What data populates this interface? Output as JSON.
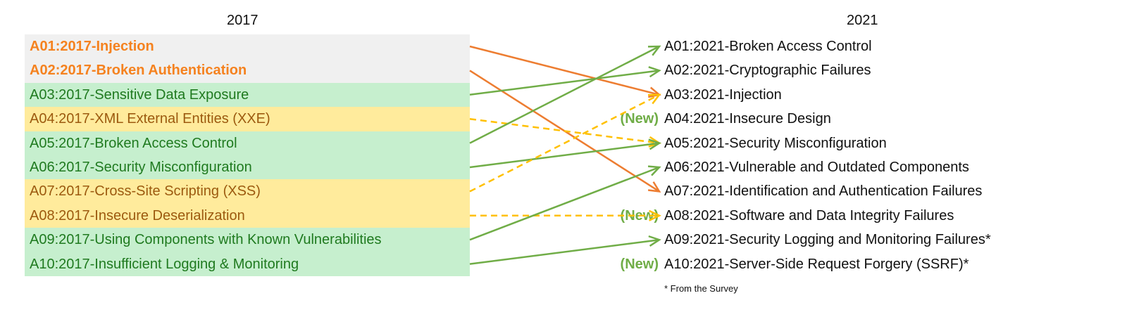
{
  "headers": {
    "left": "2017",
    "right": "2021"
  },
  "colors": {
    "orange_arrow": "#ED7D31",
    "green_arrow": "#70AD47",
    "yellow_arrow": "#FFC000"
  },
  "left_items": [
    {
      "label": "A01:2017-Injection",
      "category": "grey"
    },
    {
      "label": "A02:2017-Broken Authentication",
      "category": "grey"
    },
    {
      "label": "A03:2017-Sensitive Data Exposure",
      "category": "green"
    },
    {
      "label": "A04:2017-XML External Entities (XXE)",
      "category": "yellow"
    },
    {
      "label": "A05:2017-Broken Access Control",
      "category": "green"
    },
    {
      "label": "A06:2017-Security Misconfiguration",
      "category": "green"
    },
    {
      "label": "A07:2017-Cross-Site Scripting (XSS)",
      "category": "yellow"
    },
    {
      "label": "A08:2017-Insecure Deserialization",
      "category": "yellow"
    },
    {
      "label": "A09:2017-Using Components with Known Vulnerabilities",
      "category": "green"
    },
    {
      "label": "A10:2017-Insufficient Logging & Monitoring",
      "category": "green"
    }
  ],
  "right_items": [
    {
      "label": "A01:2021-Broken Access Control",
      "new": ""
    },
    {
      "label": "A02:2021-Cryptographic Failures",
      "new": ""
    },
    {
      "label": "A03:2021-Injection",
      "new": ""
    },
    {
      "label": "A04:2021-Insecure Design",
      "new": "(New)"
    },
    {
      "label": "A05:2021-Security Misconfiguration",
      "new": ""
    },
    {
      "label": "A06:2021-Vulnerable and Outdated Components",
      "new": ""
    },
    {
      "label": "A07:2021-Identification and Authentication Failures",
      "new": ""
    },
    {
      "label": "A08:2021-Software and Data Integrity Failures",
      "new": "(New)"
    },
    {
      "label": "A09:2021-Security Logging and Monitoring Failures*",
      "new": ""
    },
    {
      "label": "A10:2021-Server-Side Request Forgery (SSRF)*",
      "new": "(New)"
    }
  ],
  "mappings": [
    {
      "from": "A01:2017",
      "to": "A03:2021",
      "style": "orange"
    },
    {
      "from": "A02:2017",
      "to": "A07:2021",
      "style": "orange"
    },
    {
      "from": "A03:2017",
      "to": "A02:2021",
      "style": "green"
    },
    {
      "from": "A04:2017",
      "to": "A05:2021",
      "style": "yellow-dashed"
    },
    {
      "from": "A05:2017",
      "to": "A01:2021",
      "style": "green"
    },
    {
      "from": "A06:2017",
      "to": "A05:2021",
      "style": "green"
    },
    {
      "from": "A07:2017",
      "to": "A03:2021",
      "style": "yellow-dashed"
    },
    {
      "from": "A08:2017",
      "to": "A08:2021",
      "style": "yellow-dashed"
    },
    {
      "from": "A09:2017",
      "to": "A06:2021",
      "style": "green"
    },
    {
      "from": "A10:2017",
      "to": "A09:2021",
      "style": "green"
    }
  ],
  "footnote": "* From the Survey"
}
